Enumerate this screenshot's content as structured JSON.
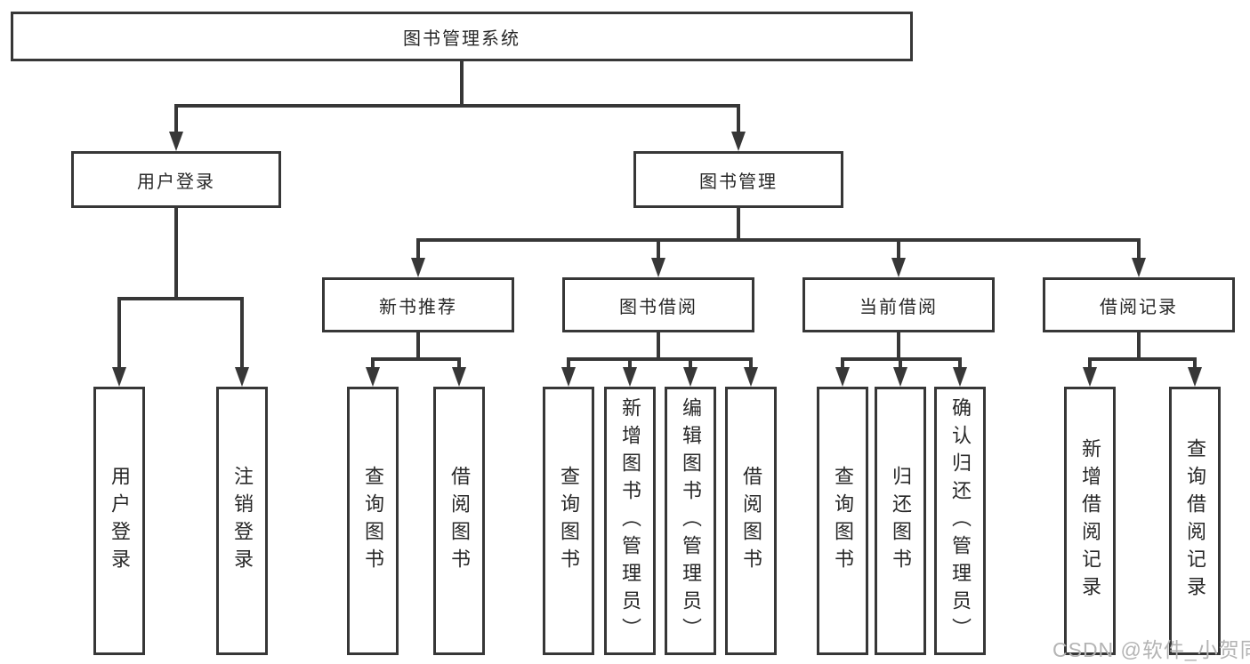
{
  "tree": {
    "label": "图书管理系统",
    "children": [
      {
        "label": "用户登录",
        "children": [
          {
            "label": "用户登录"
          },
          {
            "label": "注销登录"
          }
        ]
      },
      {
        "label": "图书管理",
        "children": [
          {
            "label": "新书推荐",
            "children": [
              {
                "label": "查询图书"
              },
              {
                "label": "借阅图书"
              }
            ]
          },
          {
            "label": "图书借阅",
            "children": [
              {
                "label": "查询图书"
              },
              {
                "label": "新增图书（管理员）"
              },
              {
                "label": "编辑图书（管理员）"
              },
              {
                "label": "借阅图书"
              }
            ]
          },
          {
            "label": "当前借阅",
            "children": [
              {
                "label": "查询图书"
              },
              {
                "label": "归还图书"
              },
              {
                "label": "确认归还（管理员）"
              }
            ]
          },
          {
            "label": "借阅记录",
            "children": [
              {
                "label": "新增借阅记录"
              },
              {
                "label": "查询借阅记录"
              }
            ]
          }
        ]
      }
    ]
  },
  "watermark": "CSDN @软件_小贺同学",
  "colors": {
    "line": "#373737",
    "text": "#282828",
    "watermark": "#b4b4b4",
    "background": "#ffffff"
  }
}
